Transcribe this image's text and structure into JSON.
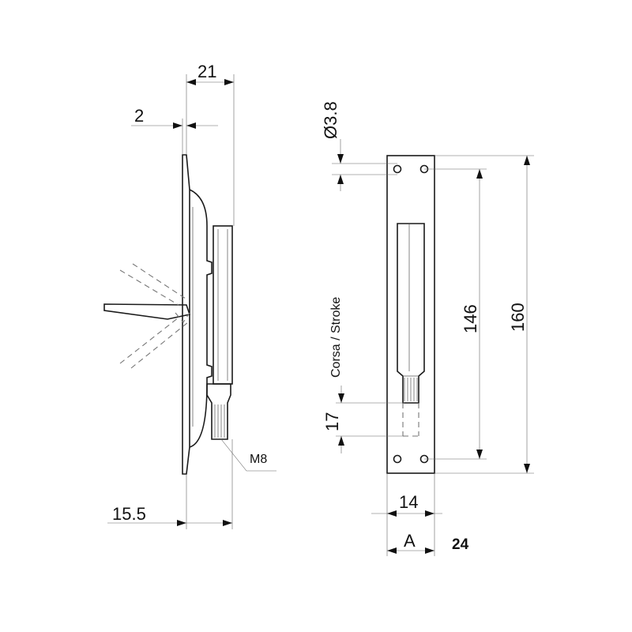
{
  "dimensions": {
    "overall_depth": "21",
    "plate_thickness": "2",
    "bolt_depth": "15.5",
    "hole_diameter": "Ø3.8",
    "thread": "M8",
    "stroke_label": "Corsa / Stroke",
    "stroke": "17",
    "hole_spacing": "146",
    "plate_length": "160",
    "bolt_width": "14",
    "plate_width_label": "A",
    "plate_width": "24"
  }
}
